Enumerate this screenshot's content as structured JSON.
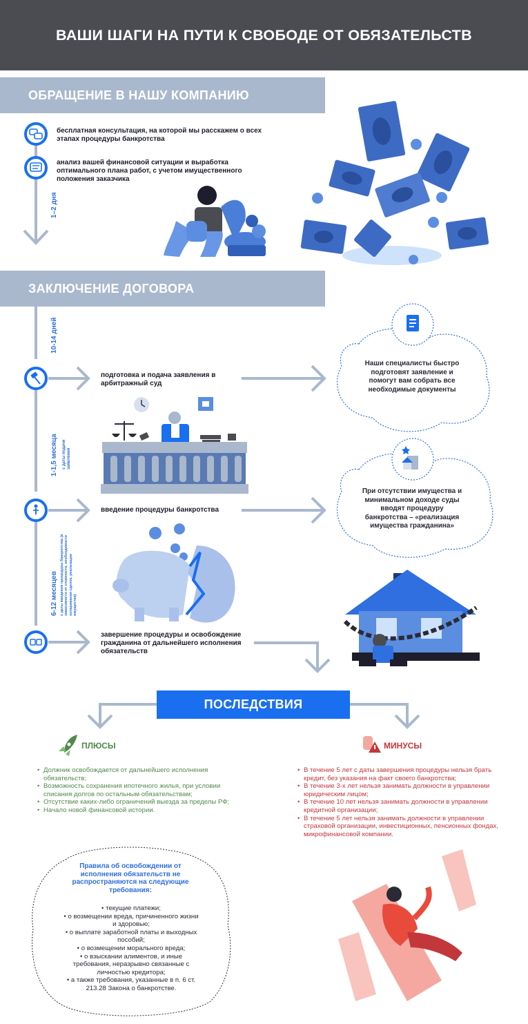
{
  "title": "ВАШИ ШАГИ НА ПУТИ К СВОБОДЕ ОТ ОБЯЗАТЕЛЬСТВ",
  "section1": {
    "title": "ОБРАЩЕНИЕ В НАШУ КОМПАНИЮ",
    "step1": "бесплатная консультация, на которой мы расскажем о всех этапах процедуры банкротства",
    "step2": "анализ вашей финансовой ситуации и выработка оптимального плана работ, с учетом имущественного положения заказчика",
    "duration": "1–2 дня"
  },
  "section2": {
    "title": "ЗАКЛЮЧЕНИЕ ДОГОВОРА",
    "duration1": "10-14 дней",
    "step1": "подготовка и подача заявления в арбитражный суд",
    "cloud1": "Наши специалисты быстро подготовят заявление и помогут вам собрать все необходимые документы",
    "duration2_main": "1-1,5 месяца",
    "duration2_note": "с даты подачи заявления",
    "step2": "введение процедуры банкротства",
    "cloud2": "При отсутствии имущества и минимальном доходе суды вводят процедуру банкротства – «реализация имущества гражданина»",
    "duration3_main": "6-12 месяцев",
    "duration3_note": "с даты введения процедуры банкротства (в зависимости от сложности, необходимости оспаривания сделок, реализации имущества)",
    "step3": "завершение процедуры и освобождение гражданина от дальнейшего исполнения обязательств"
  },
  "consequences": {
    "title": "ПОСЛЕДСТВИЯ",
    "pros_title": "ПЛЮСЫ",
    "pros": [
      "Должник освобождается от дальнейшего исполнения обязательств;",
      "Возможность сохранения ипотечного жилья, при условии списания долгов по остальным обязательствам;",
      "Отсутствие каких-либо ограничений выезда за пределы РФ;",
      "Начало новой финансовой истории."
    ],
    "cons_title": "МИНУСЫ",
    "cons": [
      "В течение 5 лет с даты завершения процедуры нельзя брать кредит, без указания на факт своего банкротства;",
      "В течение 3-х лет нельзя занимать должности в управлении юридическим лицом;",
      "В течение 10 лет нельзя занимать должности в управлении кредитной организации;",
      "В течение 5 лет нельзя занимать должности в управлении страховой организации, инвестиционных, пенсионных фондах, микрофинансовой компании."
    ]
  },
  "rules": {
    "title": "Правила об освобождении от исполнения обязательств не распространяются на следующие требования:",
    "items": [
      "текущие платежи;",
      "о возмещении вреда, причиненного жизни и здоровью;",
      "о выплате заработной платы и выходных пособий;",
      "о возмещении морального вреда;",
      "о взыскании алиментов, и иные требования, неразрывно связанные с личностью кредитора;",
      "а также требования, указанные в п. 6 ст. 213.28 Закона о банкротстве."
    ]
  },
  "colors": {
    "header_bg": "#4a4c52",
    "section_bar": "#a9b8cc",
    "accent_blue": "#1a6ff0",
    "flow_gray": "#a9b8cc",
    "pros_green": "#4f8a4a",
    "cons_red": "#c2383a"
  }
}
